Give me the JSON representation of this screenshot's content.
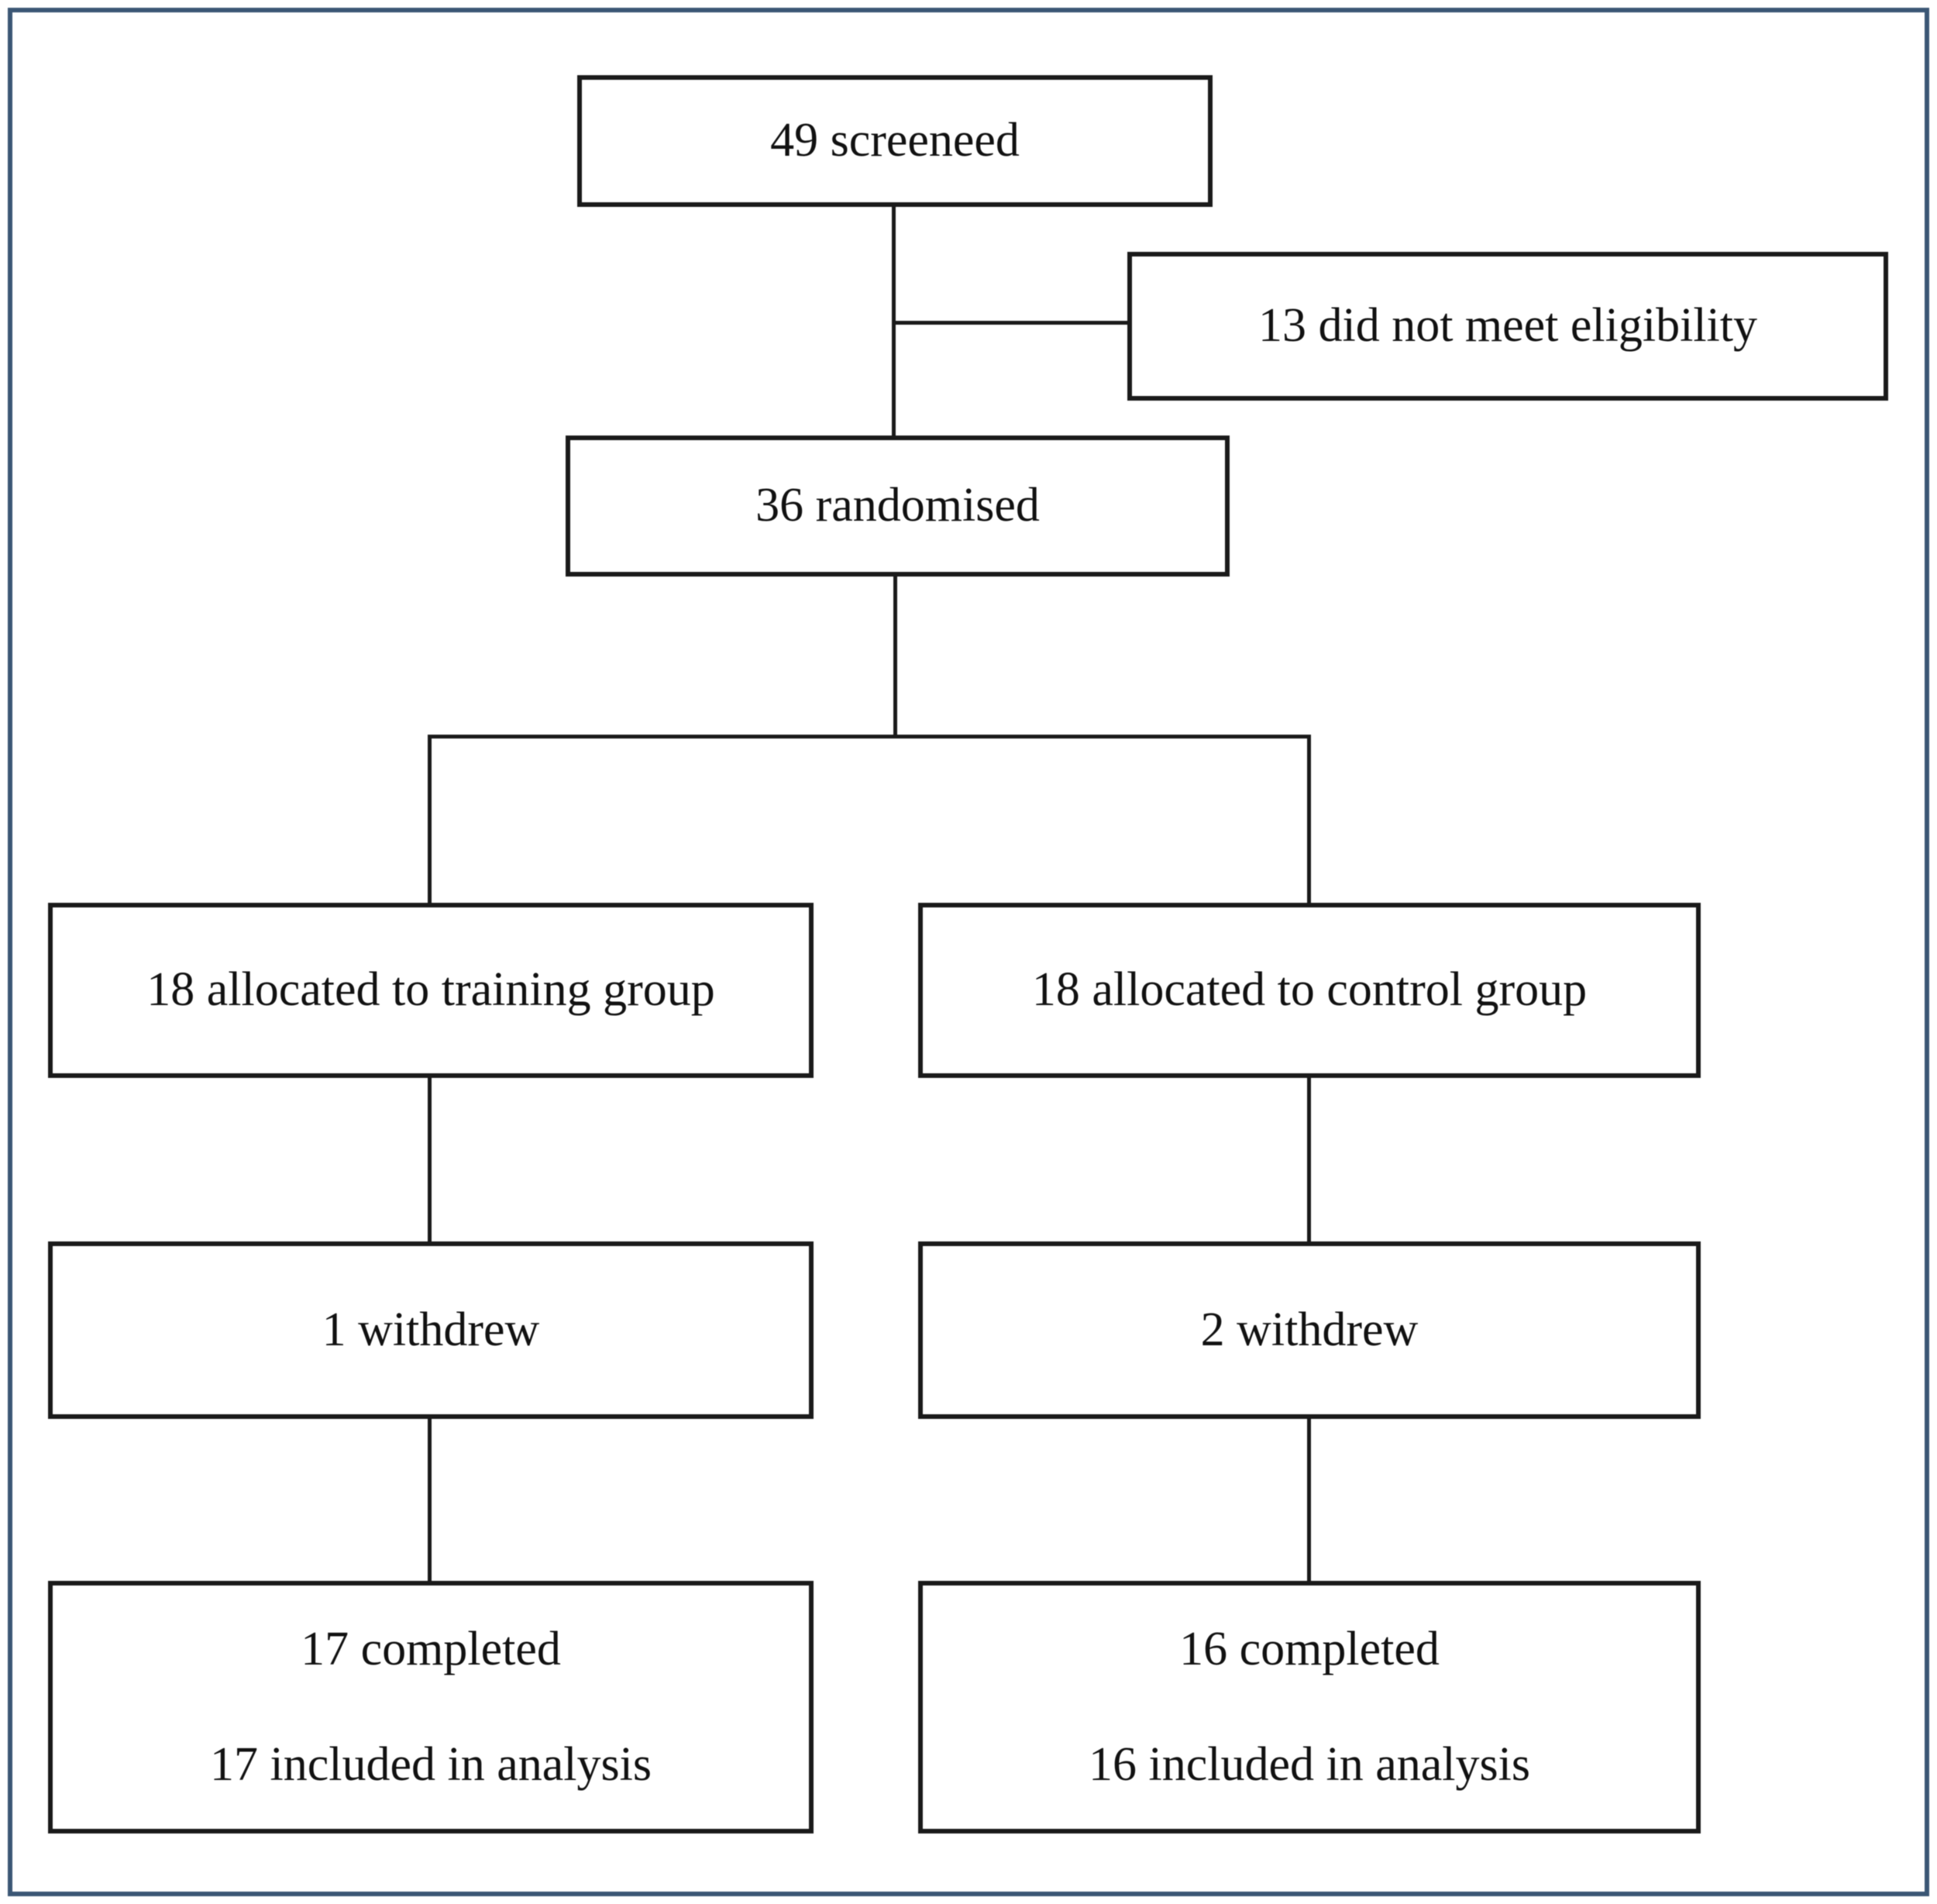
{
  "figure": {
    "type": "consort-flow-diagram",
    "frame_border_color": "#3b5775",
    "box_border_color": "#1a1a1a",
    "line_color": "#1a1a1a",
    "text_color": "#111111"
  },
  "boxes": {
    "screened": {
      "label": "49 screeneed"
    },
    "eligibility": {
      "label": "13 did not meet eligibility"
    },
    "randomised": {
      "label": "36 randomised"
    },
    "training_allocated": {
      "label": "18 allocated to training group"
    },
    "control_allocated": {
      "label": "18 allocated to control group"
    },
    "training_withdrew": {
      "label": "1 withdrew"
    },
    "control_withdrew": {
      "label": "2 withdrew"
    },
    "training_completed": {
      "line1": "17 completed",
      "line2": "17 included in analysis"
    },
    "control_completed": {
      "line1": "16 completed",
      "line2": "16 included in analysis"
    }
  }
}
